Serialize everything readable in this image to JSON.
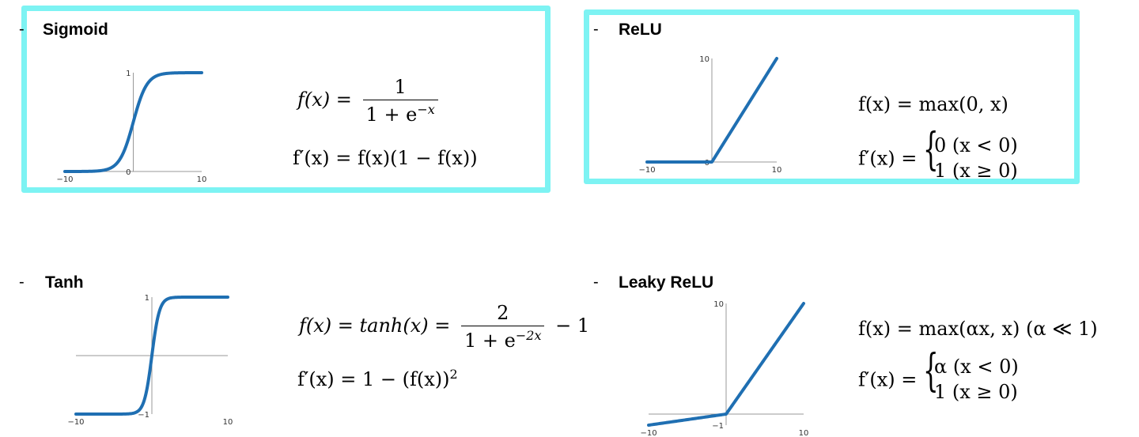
{
  "accent_color": "#7df3f3",
  "curve_color": "#1f6fb2",
  "panels": {
    "sigmoid": {
      "bullet": "-",
      "title": "Sigmoid",
      "formula1_lhs": "f(x)",
      "formula1_num": "1",
      "formula1_den_base": "1 + e",
      "formula1_den_exp": "−x",
      "formula2": "f′(x) = f(x)(1 − f(x))"
    },
    "relu": {
      "bullet": "-",
      "title": "ReLU",
      "formula1": "f(x) = max(0, x)",
      "formula2_lhs": "f′(x) =",
      "case1": "0   (x < 0)",
      "case2": "1   (x ≥ 0)"
    },
    "tanh": {
      "bullet": "-",
      "title": "Tanh",
      "formula1_lhs": "f(x) = tanh(x) =",
      "formula1_num": "2",
      "formula1_den_base": "1 + e",
      "formula1_den_exp": "−2x",
      "formula1_tail": "− 1",
      "formula2_base": "f′(x) = 1 − (f(x))",
      "formula2_exp": "2"
    },
    "leaky_relu": {
      "bullet": "-",
      "title": "Leaky ReLU",
      "formula1": "f(x) = max(αx, x)    (α ≪ 1)",
      "formula2_lhs": "f′(x) =",
      "case1": "α   (x < 0)",
      "case2": "1   (x ≥ 0)"
    }
  },
  "chart_data": [
    {
      "type": "line",
      "name": "sigmoid",
      "xlim": [
        -10,
        10
      ],
      "ylim": [
        0,
        1
      ],
      "x_ticks": [
        "−10",
        "10"
      ],
      "y_ticks": [
        "0",
        "1"
      ]
    },
    {
      "type": "line",
      "name": "relu",
      "xlim": [
        -10,
        10
      ],
      "ylim": [
        0,
        10
      ],
      "x_ticks": [
        "−10",
        "10"
      ],
      "y_ticks": [
        "0",
        "10"
      ]
    },
    {
      "type": "line",
      "name": "tanh",
      "xlim": [
        -10,
        10
      ],
      "ylim": [
        -1,
        1
      ],
      "x_ticks": [
        "−10",
        "10"
      ],
      "y_ticks": [
        "−1",
        "1"
      ]
    },
    {
      "type": "line",
      "name": "leaky_relu",
      "xlim": [
        -10,
        10
      ],
      "ylim": [
        -1,
        10
      ],
      "x_ticks": [
        "−10",
        "10"
      ],
      "y_ticks": [
        "−1",
        "10"
      ]
    }
  ]
}
